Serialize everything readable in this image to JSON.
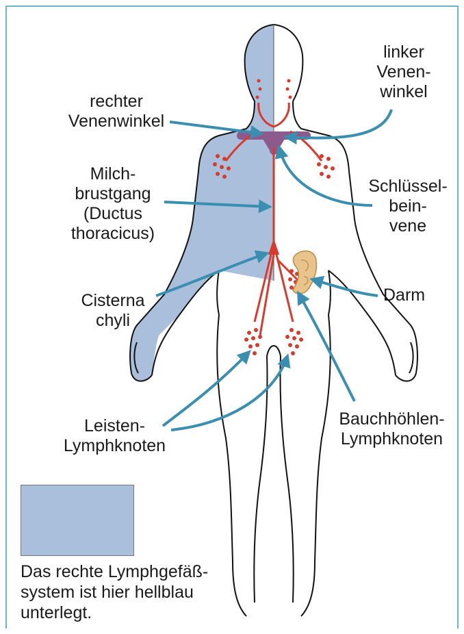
{
  "labels": {
    "rechter_venenwinkel": "rechter\nVenenwinkel",
    "linker_venenwinkel": "linker\nVenen-\nwinkel",
    "milchbrustgang": "Milch-\nbrustgang\n(Ductus\nthoracicus)",
    "schluesselbeinvene": "Schlüssel-\nbein-\nvene",
    "cisterna_chyli": "Cisterna\nchyli",
    "darm": "Darm",
    "leisten_lymphknoten": "Leisten-\nLymphknoten",
    "bauchhoehlen_lymphknoten": "Bauchhöhlen-\nLymphknoten"
  },
  "legend": {
    "text": "Das rechte Lymphgefäß-\nsystem ist hier hellblau\nunterlegt."
  },
  "colors": {
    "frame": "#6fb3c6",
    "right_system_fill": "#a9bfdc",
    "lymph_vessel": "#d93a2b",
    "vein": "#8c5a8c",
    "arrow": "#3a8fb0",
    "intestine": "#e8c48c"
  }
}
